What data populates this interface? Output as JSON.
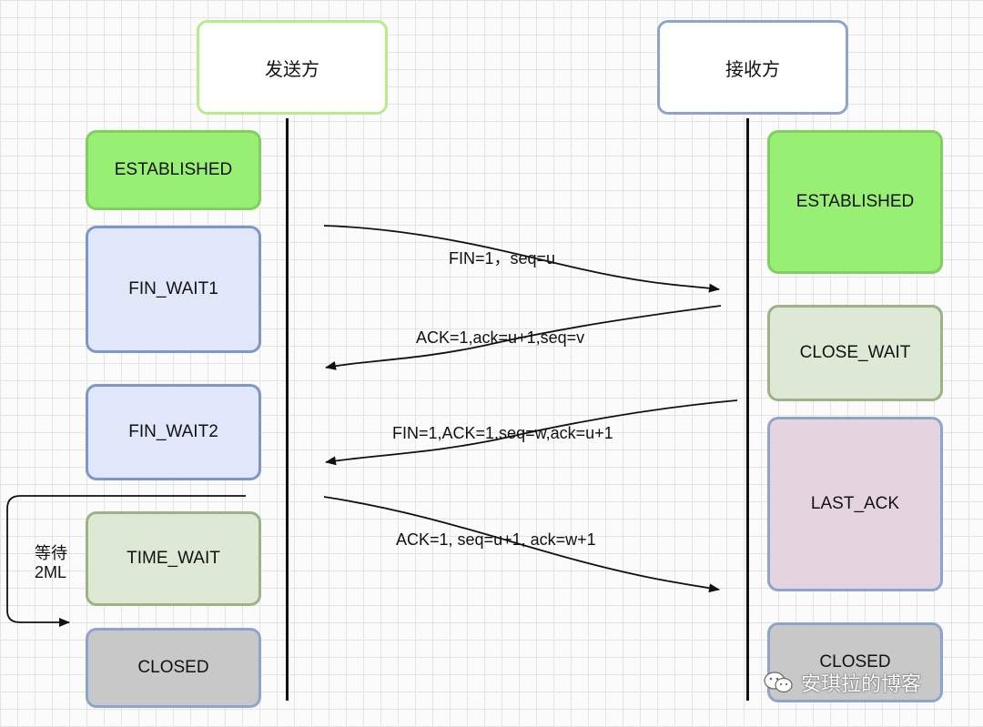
{
  "sender": {
    "title": "发送方",
    "states": [
      "ESTABLISHED",
      "FIN_WAIT1",
      "FIN_WAIT2",
      "TIME_WAIT",
      "CLOSED"
    ]
  },
  "receiver": {
    "title": "接收方",
    "states": [
      "ESTABLISHED",
      "CLOSE_WAIT",
      "LAST_ACK",
      "CLOSED"
    ]
  },
  "messages": [
    {
      "label": "FIN=1，seq=u",
      "direction": "sender-to-receiver"
    },
    {
      "label": "ACK=1,ack=u+1,seq=v",
      "direction": "receiver-to-sender"
    },
    {
      "label": "FIN=1,ACK=1,seq=w,ack=u+1",
      "direction": "receiver-to-sender"
    },
    {
      "label": "ACK=1, seq=u+1, ack=w+1",
      "direction": "sender-to-receiver"
    }
  ],
  "wait_note": {
    "line1": "等待",
    "line2": "2ML"
  },
  "watermark": {
    "text": "安琪拉的博客",
    "icon": "wechat-icon"
  },
  "colors": {
    "established": "#97ef73",
    "fin_wait": "#dfe7f8",
    "close_wait": "#dde8d5",
    "last_ack": "#e4d4df",
    "closed": "#c8c8c8"
  }
}
